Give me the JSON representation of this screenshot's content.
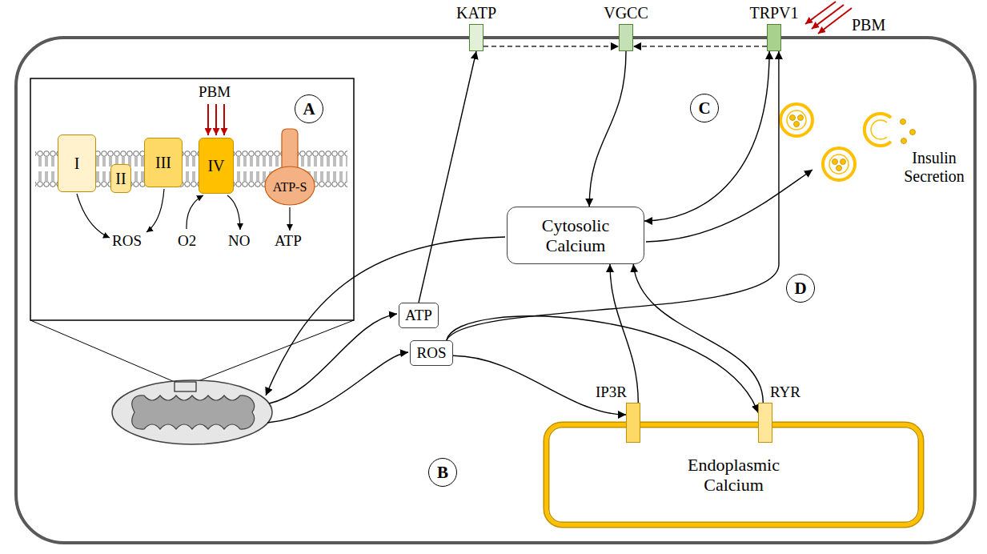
{
  "diagram": {
    "nodes": [
      {
        "text": [
          "KATP"
        ]
      },
      {
        "text": [
          "VGCC"
        ]
      },
      {
        "text": [
          "TRPV1"
        ]
      },
      {
        "text": [
          "A"
        ]
      },
      {
        "text": [
          "I"
        ]
      },
      {
        "text": [
          "II"
        ]
      },
      {
        "text": [
          "III"
        ]
      },
      {
        "text": [
          "IV"
        ]
      },
      {
        "text": [
          "ATP-S"
        ]
      },
      {
        "text": [
          "C"
        ]
      },
      {
        "text": [
          "Cytosolic Calcium"
        ]
      },
      {
        "text": [
          "D"
        ]
      },
      {
        "text": [
          "ATP"
        ]
      },
      {
        "text": [
          "ROS"
        ]
      },
      {
        "text": [
          "B"
        ]
      },
      {
        "text": [
          "Endoplasmic Calcium"
        ]
      },
      {
        "text": [
          "IP3R"
        ],
        "in": 15
      },
      {
        "text": [
          "RYR"
        ],
        "in": 15
      }
    ],
    "edges": [
      {
        "from": 12,
        "to": 0,
        "arrow": "to"
      },
      {
        "from": 0,
        "to": 1,
        "arrow": "to"
      },
      {
        "from": 2,
        "to": 1,
        "arrow": "to"
      },
      {
        "from": 1,
        "to": 10,
        "arrow": "to"
      },
      {
        "from": 2,
        "to": 10,
        "arrow": "both"
      },
      {
        "from": 13,
        "to": 16,
        "arrow": "to"
      },
      {
        "from": 13,
        "to": 17,
        "arrow": "to"
      },
      {
        "from": 13,
        "to": 2,
        "arrow": "to"
      },
      {
        "from": 16,
        "to": 10,
        "arrow": "to"
      },
      {
        "from": 17,
        "to": 10,
        "arrow": "to"
      }
    ],
    "labels": [
      "PBM",
      "PBM",
      "ROS",
      "O2",
      "NO",
      "ATP",
      "Insulin Secretion"
    ]
  }
}
